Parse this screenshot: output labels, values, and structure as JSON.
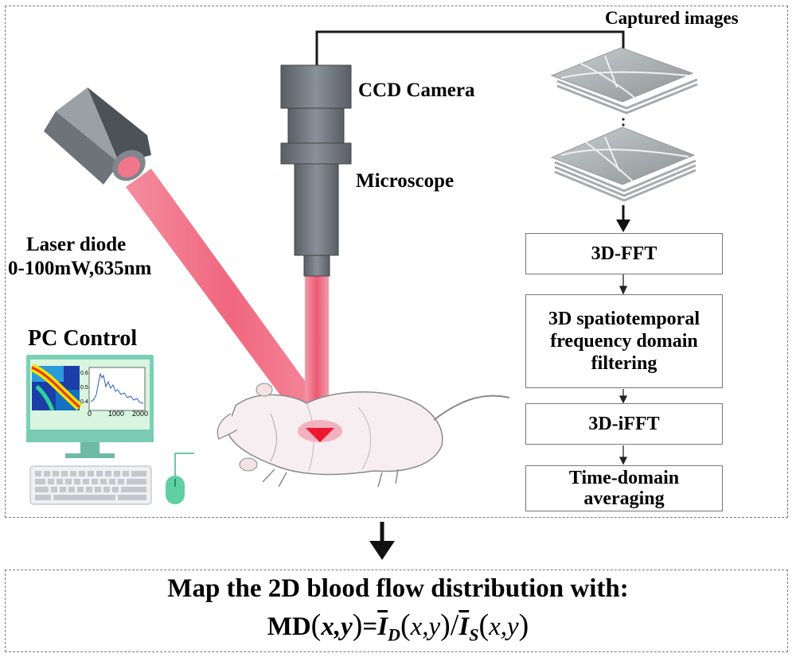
{
  "labels": {
    "captured_images": "Captured images",
    "ccd_camera": "CCD Camera",
    "microscope": "Microscope",
    "laser_line1": "Laser diode",
    "laser_line2": "0-100mW,635nm",
    "pc_control": "PC Control"
  },
  "pipeline": {
    "steps": [
      {
        "lines": [
          "3D-FFT"
        ]
      },
      {
        "lines": [
          "3D spatiotemporal",
          "frequency domain",
          "filtering"
        ]
      },
      {
        "lines": [
          "3D-iFFT"
        ]
      },
      {
        "lines": [
          "Time-domain",
          "averaging"
        ]
      }
    ]
  },
  "plot_inset": {
    "ticks_x": [
      "0",
      "1000",
      "2000"
    ],
    "ticks_y": [
      "0.6",
      "0.5",
      "0.4"
    ]
  },
  "result": {
    "title": "Map the 2D blood flow distribution with:",
    "formula": {
      "lhs": "MD",
      "args": "x,y",
      "eq": "=",
      "I": "I",
      "D": "D",
      "S": "S",
      "slash": "/"
    }
  },
  "colors": {
    "beam": "#f0627a",
    "camera_body": "#6e747c",
    "monitor_screen_bg": "#d9f5e0",
    "monitor_frame": "#7ad1b6",
    "mouse": "#5fcfa4"
  }
}
